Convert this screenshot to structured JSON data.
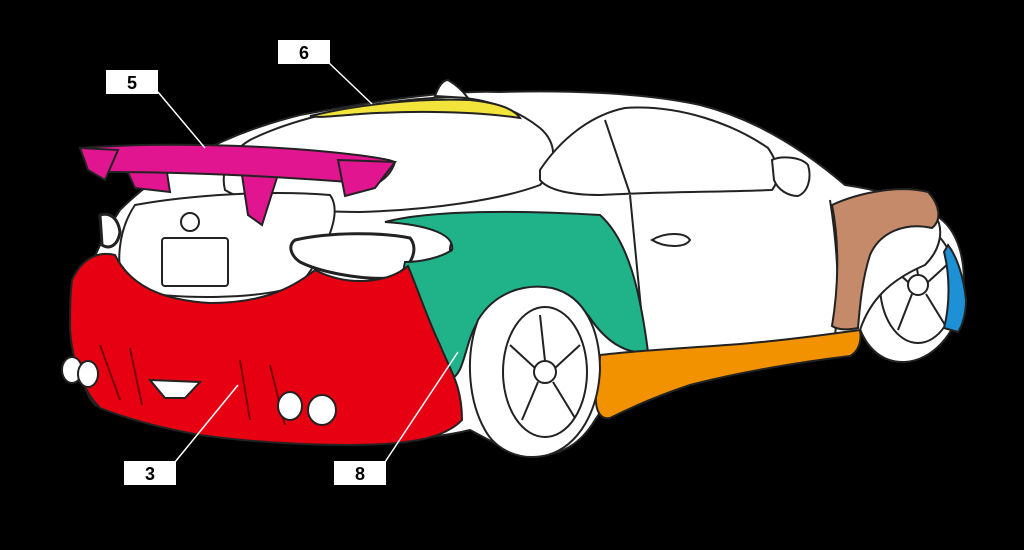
{
  "colors": {
    "background": "#000000",
    "body": "#ffffff",
    "outline": "#222222",
    "wing": "#e0158f",
    "roof_spoiler": "#f2e43a",
    "rear_bumper": "#e60012",
    "rear_fender": "#20b38a",
    "side_skirt": "#f29200",
    "front_fender": "#c48a6a",
    "front_bumper": "#1e90d6",
    "label_box": "#ffffff",
    "label_text": "#000000",
    "leader_line": "#ffffff"
  },
  "callouts": [
    {
      "id": "5",
      "label": "5",
      "part": "wing"
    },
    {
      "id": "6",
      "label": "6",
      "part": "roof_spoiler"
    },
    {
      "id": "3",
      "label": "3",
      "part": "rear_bumper"
    },
    {
      "id": "8",
      "label": "8",
      "part": "rear_fender"
    }
  ]
}
